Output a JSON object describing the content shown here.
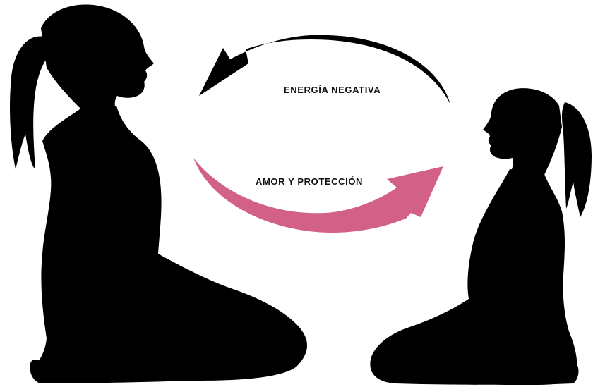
{
  "labels": {
    "negative": "ENERGÍA NEGATIVA",
    "love": "AMOR Y PROTECCIÓN"
  },
  "colors": {
    "silhouette": "#000000",
    "negative_arrow": "#000000",
    "love_arrow": "#d36087",
    "background": "#ffffff"
  },
  "figures": [
    {
      "role": "adult",
      "pose": "kneeling-seated",
      "facing": "right"
    },
    {
      "role": "child",
      "pose": "kneeling-seated",
      "facing": "left"
    }
  ],
  "arrows": [
    {
      "direction": "right-to-left",
      "meaning_label": "negative"
    },
    {
      "direction": "left-to-right",
      "meaning_label": "love"
    }
  ]
}
